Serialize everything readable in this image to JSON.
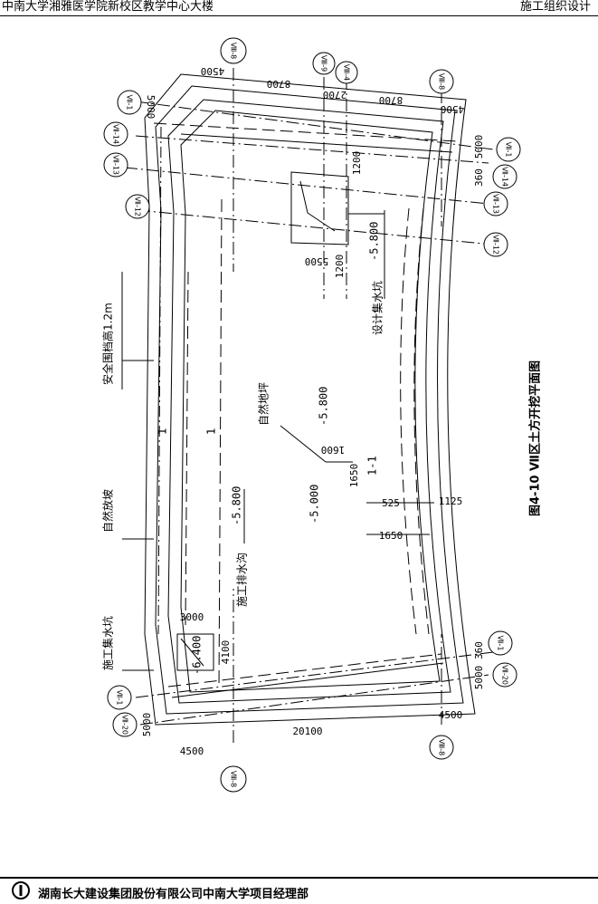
{
  "header": {
    "left": "中南大学湘雅医学院新校区教学中心大楼",
    "right": "施工组织设计"
  },
  "footer": {
    "company": "湖南长大建设集团股份有限公司中南大学项目经理部"
  },
  "drawing": {
    "caption": "图4-10   Ⅶ区土方开挖平面图",
    "axes": {
      "viii8_top": "Ⅷ-8",
      "viii9": "Ⅷ-9",
      "viii4": "Ⅷ-4",
      "viii8_tr": "Ⅷ-8",
      "vii1_tl": "Ⅶ-1",
      "vii14_tl": "Ⅶ-14",
      "vii13_tl": "Ⅶ-13",
      "vii12_tl": "Ⅶ-12",
      "vii1_r": "Ⅶ-1",
      "vii14_r": "Ⅶ-14",
      "vii13_r": "Ⅶ-13",
      "vii12_r": "Ⅶ-12",
      "vii1_bl": "Ⅶ-1",
      "vii20_bl": "Ⅶ-20",
      "vii1_br": "Ⅶ-1",
      "vii20_br": "Ⅶ-20",
      "viii8_bot": "Ⅷ-8",
      "viii8_bot2": "Ⅷ-8"
    },
    "dims": {
      "d4500_top": "4500",
      "d8700_top": "8700",
      "d2700": "2700",
      "d8700_top2": "8700",
      "d4500_tr": "4500",
      "d5000_tl": "5000",
      "d5000_r": "5000",
      "d360_r": "360",
      "d1200_a": "1200",
      "d5500": "5500",
      "d1200_b": "1200",
      "d1600": "1600",
      "d1650_a": "1650",
      "d525": "525",
      "d1125": "1125",
      "d1650_b": "1650",
      "d3000": "3000",
      "d4100": "4100",
      "d360_br": "360",
      "d5000_br": "5000",
      "d4500_br": "4500",
      "d20100": "20100",
      "d4500_bl": "4500",
      "d5000_bl": "5000"
    },
    "labels": {
      "safety_rail": "安全围档高1.2m",
      "natural_slope": "自然放坡",
      "construction_sump": "施工集水坑",
      "drain_ditch": "施工排水沟",
      "ditch_level": "-5.800",
      "sump_level": "-6.400",
      "design_sump": "设计集水坑",
      "design_sump_level": "-5.800",
      "natural_ground": "自然地坪",
      "natural_ground_level": "-5.800",
      "level_5000": "-5.000",
      "section_1": "1-1",
      "section_mark_a": "1",
      "section_mark_b": "1"
    }
  }
}
